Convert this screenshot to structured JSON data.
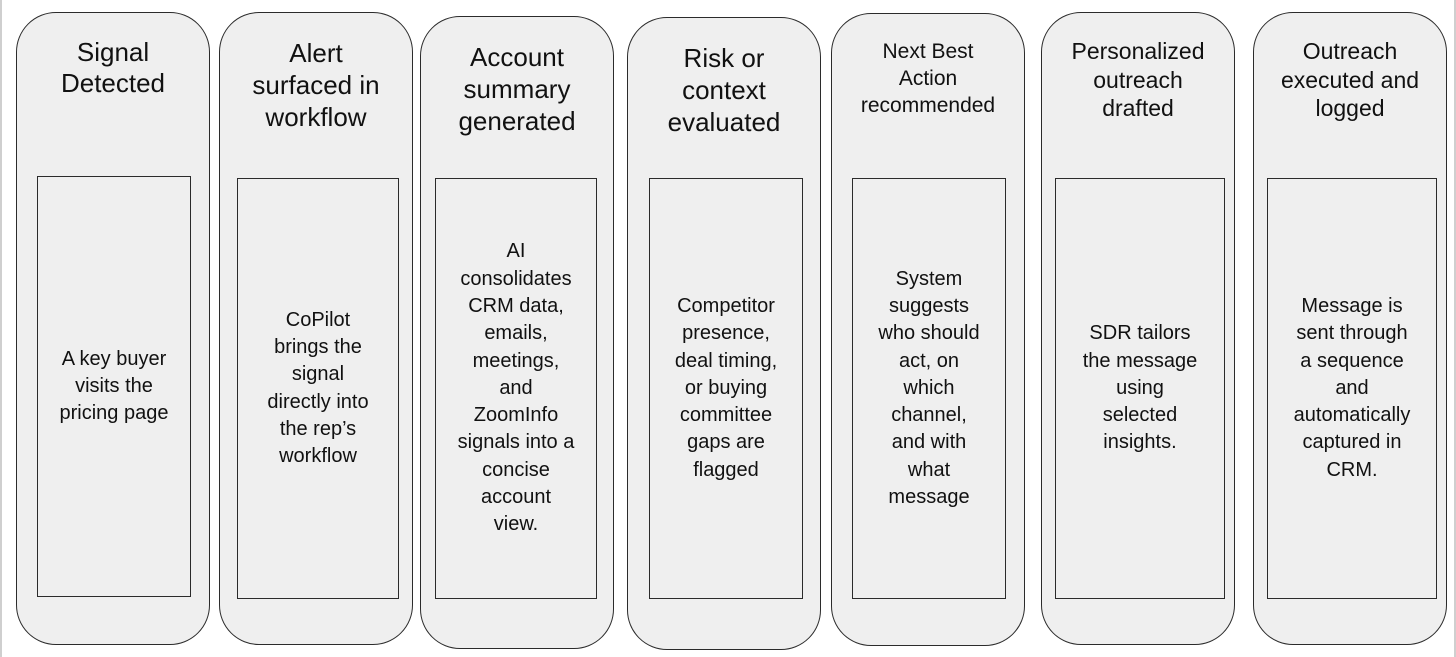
{
  "stages": [
    {
      "title": "Signal\nDetected",
      "description": "A key buyer\nvisits the\npricing page"
    },
    {
      "title": "Alert\nsurfaced in\nworkflow",
      "description": "CoPilot\nbrings the\nsignal\ndirectly into\nthe rep’s\nworkflow"
    },
    {
      "title": "Account\nsummary\ngenerated",
      "description": "AI\nconsolidates\nCRM data,\nemails,\nmeetings,\nand\nZoomInfo\nsignals into a\nconcise\naccount\nview."
    },
    {
      "title": "Risk or\ncontext\nevaluated",
      "description": "Competitor\npresence,\ndeal timing,\nor buying\ncommittee\ngaps are\nflagged"
    },
    {
      "title": "Next Best\nAction\nrecommended",
      "description": "System\nsuggests\nwho should\nact, on\nwhich\nchannel,\nand with\nwhat\nmessage"
    },
    {
      "title": "Personalized\noutreach\ndrafted",
      "description": "SDR tailors\nthe message\nusing\nselected\ninsights."
    },
    {
      "title": "Outreach\nexecuted and\nlogged",
      "description": "Message is\nsent through\na sequence\nand\nautomatically\ncaptured in\nCRM."
    }
  ]
}
